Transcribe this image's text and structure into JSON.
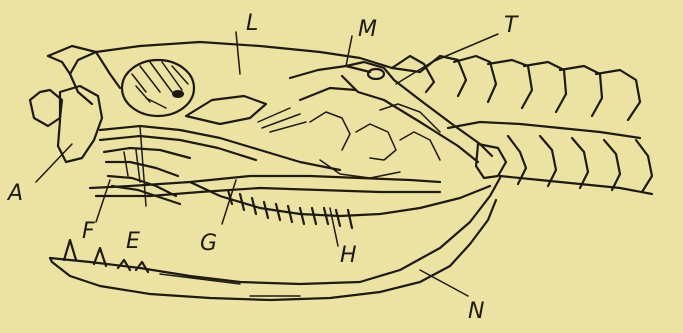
{
  "background_color": "#ece3a2",
  "ink_color": "#1d1a12",
  "labels": {
    "A": "A",
    "E": "E",
    "F": "F",
    "G": "G",
    "H": "H",
    "L": "L",
    "M": "M",
    "N": "N",
    "T": "T"
  }
}
